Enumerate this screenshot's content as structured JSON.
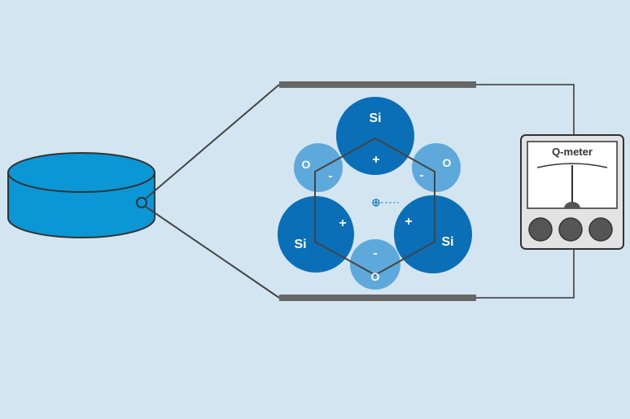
{
  "colors": {
    "background": "#d2e5f1",
    "si_atom": "#0b6fb8",
    "o_atom": "#5ea9dc",
    "sample": "#0b96d6",
    "plate": "#666666",
    "wire": "#333333",
    "meter_body": "#e3e3e3",
    "meter_button": "#555555"
  },
  "atoms": {
    "si_top": {
      "label": "Si",
      "charge": "+"
    },
    "si_left": {
      "label": "Si",
      "charge": "+"
    },
    "si_right": {
      "label": "Si",
      "charge": "+"
    },
    "o_left": {
      "label": "O",
      "charge": "-"
    },
    "o_right": {
      "label": "O",
      "charge": "-"
    },
    "o_bottom": {
      "label": "O",
      "charge": "-"
    }
  },
  "meter": {
    "label": "Q-meter"
  }
}
